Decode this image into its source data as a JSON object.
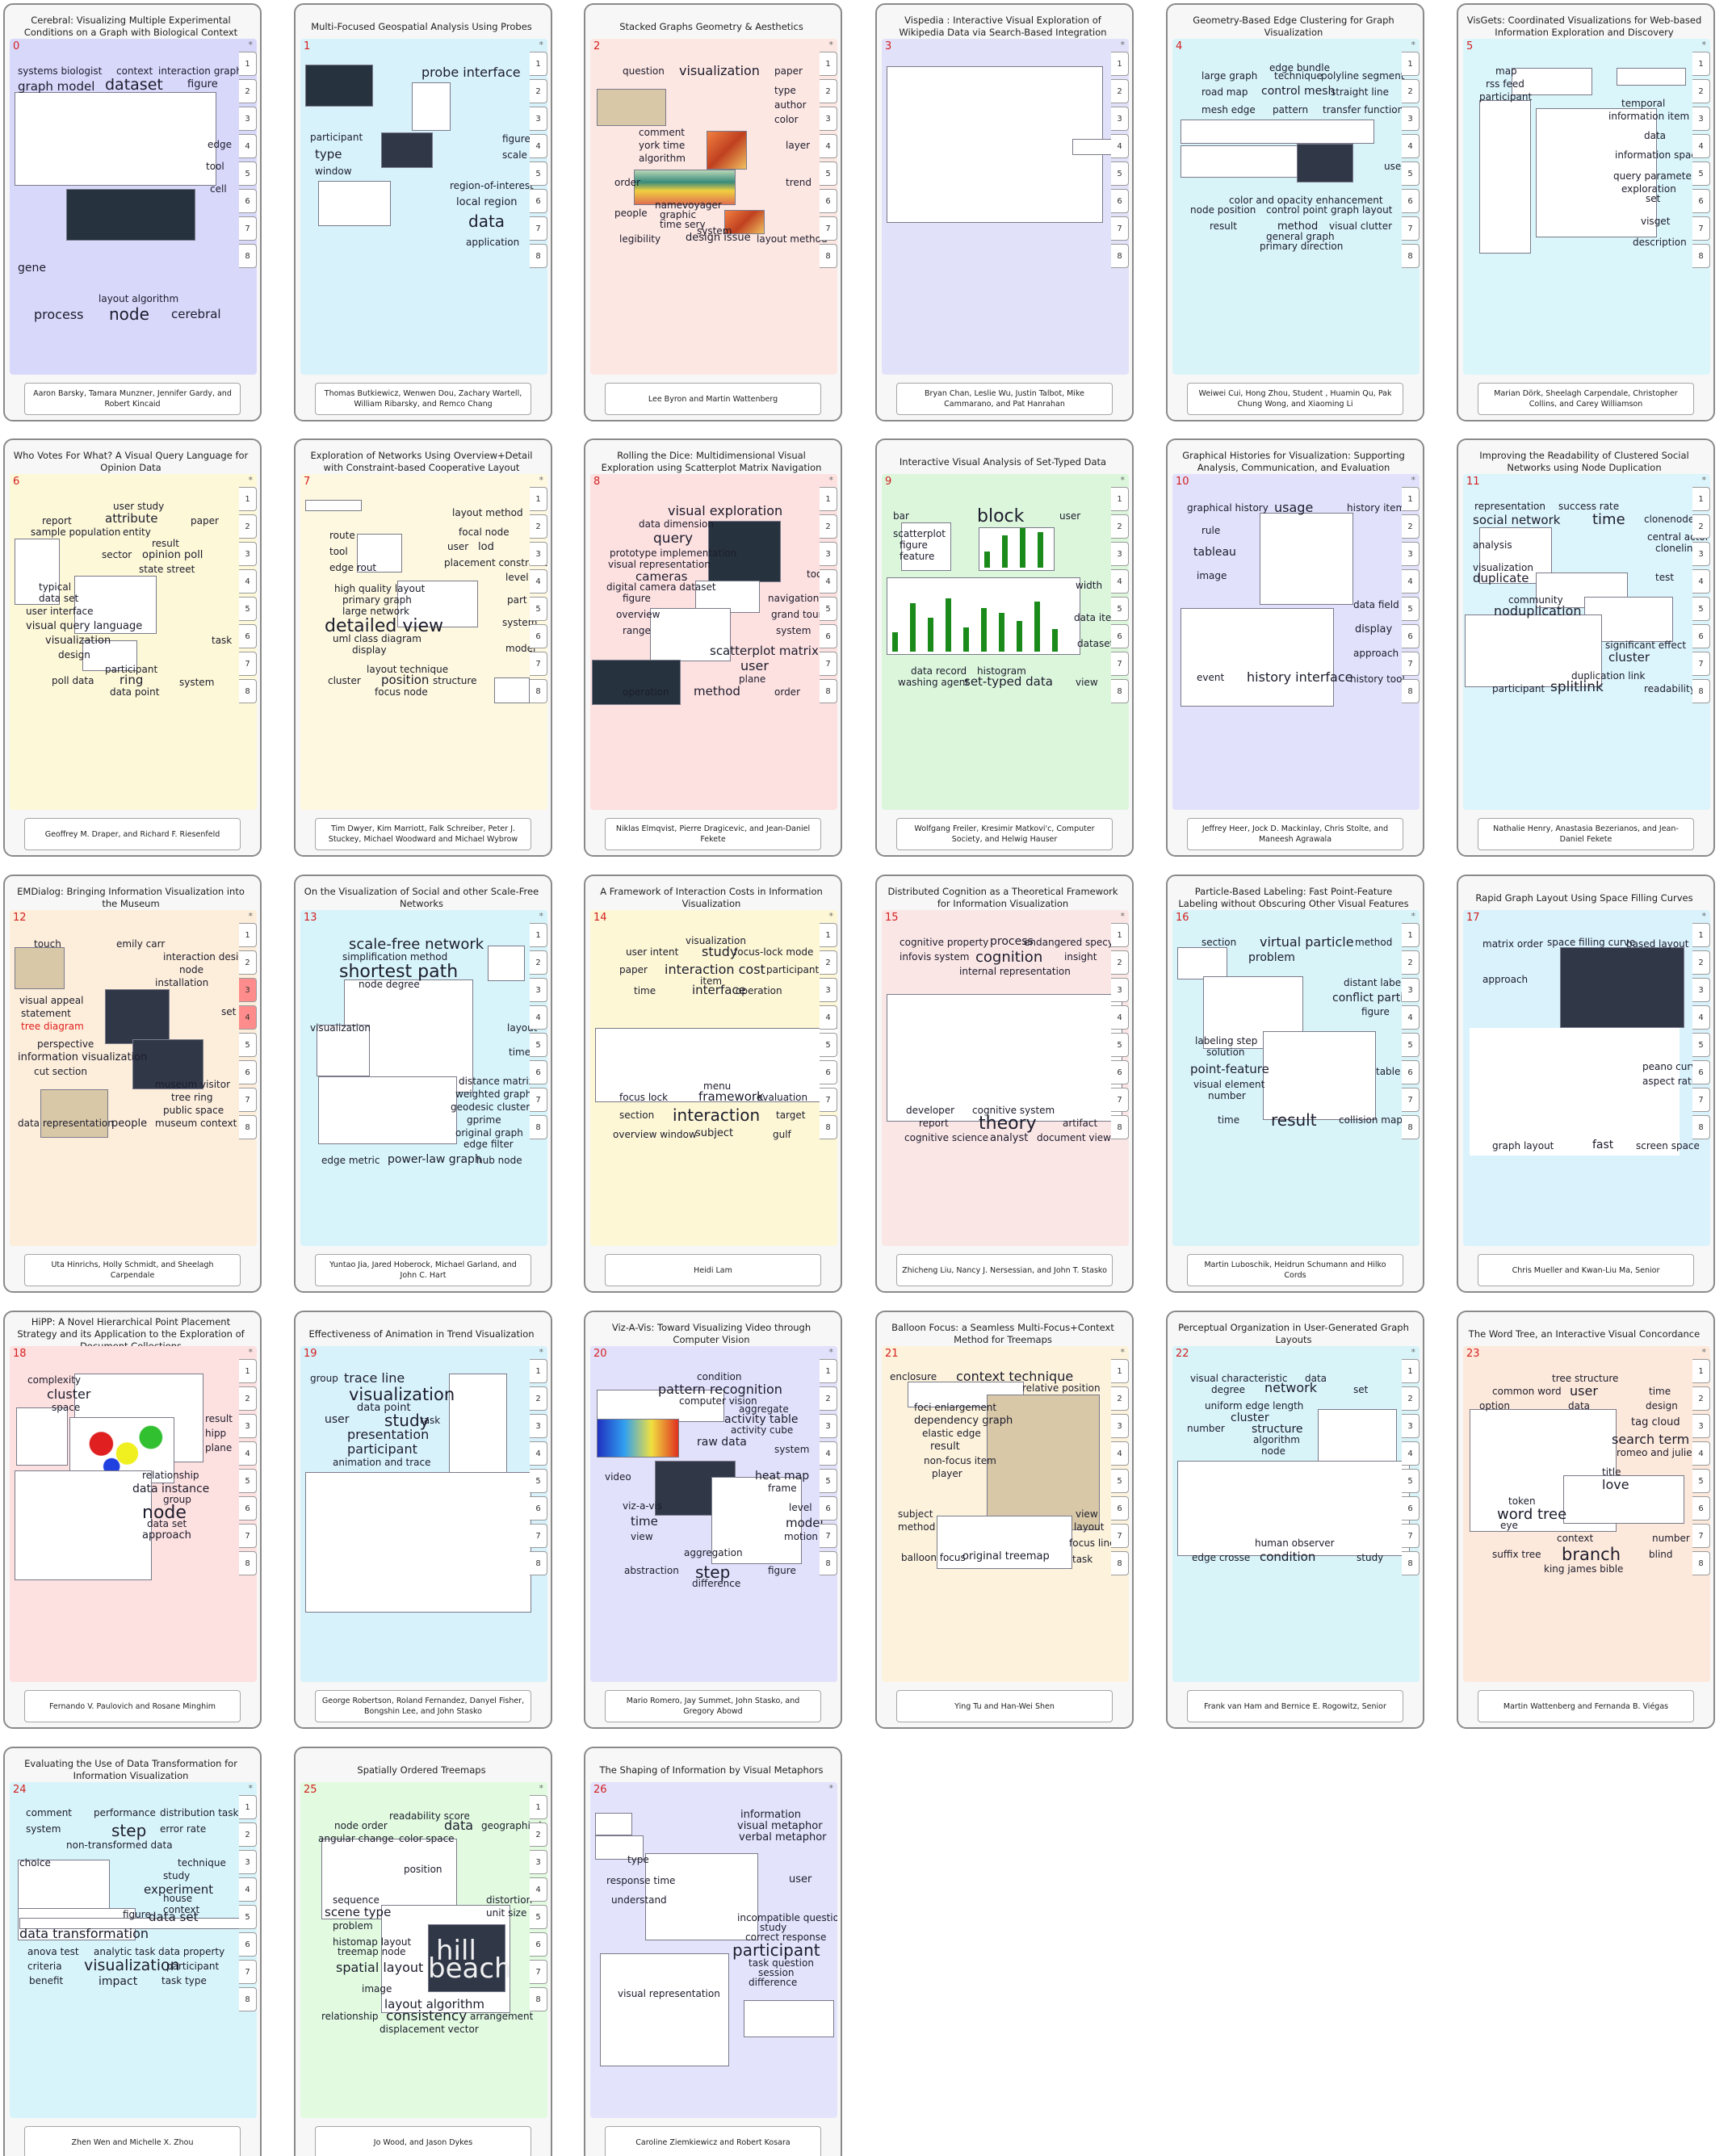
{
  "colors": {
    "0": "#d8d8fb",
    "1": "#d7f2fb",
    "2": "#fde7e3",
    "3": "#e1e1f9",
    "4": "#d9f4f9",
    "5": "#dbf6fb",
    "6": "#fdf8d8",
    "7": "#fdf8df",
    "8": "#fde1e1",
    "9": "#dcf6dc",
    "10": "#e1e1fb",
    "11": "#dcf4fb",
    "12": "#fdeedb",
    "13": "#d8f4fb",
    "14": "#fdf7d6",
    "15": "#fbe6e6",
    "16": "#d8f4f9",
    "17": "#d9f2fb",
    "18": "#fde0e0",
    "19": "#d8f2fb",
    "20": "#e2e1fb",
    "21": "#fdf3dc",
    "22": "#d8f4f9",
    "23": "#fde9db",
    "24": "#d8f4fb",
    "25": "#e2fbe0",
    "26": "#e3e3fb"
  },
  "papers": [
    {
      "id": "0",
      "title": "Cerebral: Visualizing Multiple Experimental Conditions on a Graph with Biological Context",
      "authors": "Aaron Barsky, Tamara Munzner, Jennifer Gardy, and Robert Kincaid",
      "words": [
        "systems biologist",
        "context",
        "interaction graph",
        "graph model",
        "dataset",
        "figure",
        "edge",
        "tool",
        "cell",
        "gene",
        "layout algorithm",
        "process",
        "node",
        "cerebral"
      ]
    },
    {
      "id": "1",
      "title": "Multi-Focused Geospatial Analysis Using Probes",
      "authors": "Thomas Butkiewicz, Wenwen Dou, Zachary Wartell, William Ribarsky, and Remco Chang",
      "words": [
        "probe interface",
        "participant",
        "figure",
        "type",
        "scale",
        "window",
        "region-of-interest",
        "local region",
        "data",
        "application"
      ]
    },
    {
      "id": "2",
      "title": "Stacked Graphs  Geometry & Aesthetics",
      "authors": "Lee Byron and Martin Wattenberg",
      "words": [
        "question",
        "visualization",
        "paper",
        "type",
        "author",
        "color",
        "comment",
        "york time",
        "layer",
        "algorithm",
        "order",
        "trend",
        "namevoyager",
        "people",
        "graphic",
        "time sery",
        "system",
        "legibility",
        "design issue",
        "layout method"
      ]
    },
    {
      "id": "3",
      "title": "Vispedia : Interactive Visual Exploration of Wikipedia Data via Search-Based Integration",
      "authors": "Bryan Chan, Leslie Wu, Justin Talbot, Mike Cammarano, and Pat Hanrahan",
      "words": []
    },
    {
      "id": "4",
      "title": "Geometry-Based Edge Clustering for Graph Visualization",
      "authors": "Weiwei Cui, Hong Zhou, Student , Huamin Qu, Pak Chung Wong, and Xiaoming Li",
      "words": [
        "edge bundle",
        "large graph",
        "technique",
        "polyline segment",
        "road map",
        "control mesh",
        "straight line",
        "mesh edge",
        "pattern",
        "transfer function",
        "user",
        "color and opacity enhancement",
        "node position",
        "control point",
        "graph layout",
        "result",
        "method",
        "visual clutter",
        "general graph",
        "primary direction"
      ]
    },
    {
      "id": "5",
      "title": "VisGets: Coordinated Visualizations for Web-based Information Exploration and Discovery",
      "authors": "Marian Dörk, Sheelagh Carpendale, Christopher Collins, and Carey Williamson",
      "words": [
        "map",
        "rss feed",
        "participant",
        "temporal",
        "information item",
        "data",
        "information space",
        "query parameter",
        "exploration",
        "set",
        "visget",
        "description"
      ]
    },
    {
      "id": "6",
      "title": "Who Votes For What? A Visual Query Language for Opinion Data",
      "authors": "Geoffrey M. Draper, and Richard F. Riesenfeld",
      "words": [
        "user study",
        "report",
        "attribute",
        "paper",
        "sample population",
        "entity",
        "result",
        "sector",
        "opinion poll",
        "state street",
        "typical",
        "data set",
        "user interface",
        "visual query language",
        "visualization",
        "task",
        "design",
        "participant",
        "poll data",
        "ring",
        "system",
        "data point"
      ]
    },
    {
      "id": "7",
      "title": "Exploration of Networks Using Overview+Detail with Constraint-based Cooperative Layout",
      "authors": "Tim Dwyer, Kim Marriott, Falk Schreiber, Peter J. Stuckey, Michael Woodward and Michael Wybrow",
      "words": [
        "layout method",
        "route",
        "focal node",
        "tool",
        "user",
        "lod",
        "placement constraint",
        "edge rout",
        "level",
        "high quality layout",
        "part",
        "primary graph",
        "large network",
        "system",
        "detailed view",
        "uml class diagram",
        "model",
        "display",
        "layout technique",
        "cluster",
        "position",
        "structure",
        "focus node"
      ]
    },
    {
      "id": "8",
      "title": "Rolling the Dice: Multidimensional Visual Exploration using Scatterplot Matrix Navigation",
      "authors": "Niklas Elmqvist, Pierre Dragicevic, and Jean-Daniel Fekete",
      "words": [
        "visual exploration",
        "data dimension",
        "query",
        "prototype implementation",
        "visual representation",
        "cameras",
        "tool",
        "digital camera dataset",
        "figure",
        "navigation",
        "overview",
        "grand tour",
        "range",
        "system",
        "scatterplot matrix",
        "user",
        "plane",
        "operation",
        "method",
        "order"
      ]
    },
    {
      "id": "9",
      "title": "Interactive Visual Analysis of Set-Typed Data",
      "authors": "Wolfgang Freiler, Kresimir Matkovi'c, Computer Society, and Helwig Hauser",
      "words": [
        "bar",
        "block",
        "user",
        "scatterplot",
        "figure",
        "feature",
        "width",
        "data item",
        "dataset",
        "data record",
        "histogram",
        "washing agent",
        "set-typed data",
        "view"
      ]
    },
    {
      "id": "10",
      "title": "Graphical Histories for Visualization: Supporting Analysis,  Communication, and Evaluation",
      "authors": "Jeffrey Heer, Jock D. Mackinlay, Chris Stolte, and Maneesh Agrawala",
      "words": [
        "graphical history",
        "usage",
        "history item",
        "rule",
        "tableau",
        "image",
        "data field",
        "display",
        "approach",
        "event",
        "history interface",
        "history tool"
      ]
    },
    {
      "id": "11",
      "title": "Improving the Readability of Clustered Social Networks using Node Duplication",
      "authors": "Nathalie Henry, Anastasia Bezerianos, and Jean-Daniel Fekete",
      "words": [
        "representation",
        "success rate",
        "social network",
        "time",
        "clonenode",
        "analysis",
        "central actor",
        "clonelink",
        "visualization",
        "duplicate",
        "test",
        "community",
        "noduplication",
        "significant effect",
        "cluster",
        "duplication link",
        "participant",
        "splitlink",
        "readability"
      ]
    },
    {
      "id": "12",
      "title": "EMDialog: Bringing Information Visualization into the Museum",
      "authors": "Uta Hinrichs, Holly Schmidt, and Sheelagh Carpendale",
      "words": [
        "touch",
        "emily carr",
        "interaction design",
        "node",
        "installation",
        "visual appeal",
        "set",
        "statement",
        "tree diagram",
        "perspective",
        "information visualization",
        "cut section",
        "museum visitor",
        "tree ring",
        "public space",
        "data representation",
        "people",
        "museum context"
      ]
    },
    {
      "id": "13",
      "title": "On the Visualization of Social and other Scale-Free Networks",
      "authors": "Yuntao Jia, Jared Hoberock, Michael Garland, and John C. Hart",
      "words": [
        "scale-free network",
        "simplification method",
        "shortest path",
        "node degree",
        "visualization",
        "layout",
        "time",
        "distance matrix",
        "weighted graph",
        "geodesic cluster",
        "gprime",
        "original graph",
        "edge filter",
        "edge metric",
        "power-law graph",
        "hub node"
      ]
    },
    {
      "id": "14",
      "title": "A Framework of Interaction Costs in Information Visualization",
      "authors": "Heidi Lam",
      "words": [
        "visualization",
        "user intent",
        "study",
        "focus-lock mode",
        "paper",
        "interaction cost",
        "participant",
        "item",
        "time",
        "interface",
        "operation",
        "menu",
        "focus lock",
        "framework",
        "evaluation",
        "section",
        "interaction",
        "target",
        "overview window",
        "subject",
        "gulf"
      ]
    },
    {
      "id": "15",
      "title": "Distributed Cognition as a Theoretical Framework for Information Visualization",
      "authors": "Zhicheng Liu, Nancy J. Nersessian, and John T. Stasko",
      "words": [
        "cognitive property",
        "process",
        "endangered specy",
        "infovis system",
        "cognition",
        "insight",
        "internal representation",
        "developer",
        "cognitive system",
        "report",
        "theory",
        "artifact",
        "cognitive science",
        "analyst",
        "document view"
      ]
    },
    {
      "id": "16",
      "title": "Particle-Based Labeling: Fast Point-Feature Labeling without Obscuring Other Visual Features",
      "authors": "Martin Luboschik, Heidrun Schumann and Hilko Cords",
      "words": [
        "section",
        "virtual particle",
        "method",
        "problem",
        "distant label",
        "conflict particle",
        "figure",
        "labeling step",
        "solution",
        "point-feature",
        "table",
        "visual element",
        "number",
        "time",
        "result",
        "collision map"
      ]
    },
    {
      "id": "17",
      "title": "Rapid Graph Layout Using Space Filling Curves",
      "authors": "Chris Mueller and Kwan-Liu Ma, Senior",
      "words": [
        "matrix order",
        "space filling curve",
        "based layout",
        "approach",
        "peano curve",
        "aspect ratio",
        "graph layout",
        "fast",
        "screen space"
      ]
    },
    {
      "id": "18",
      "title": "HiPP: A Novel Hierarchical Point Placement Strategy and its Application to the Exploration of Document Collections",
      "authors": "Fernando V. Paulovich and Rosane Minghim",
      "words": [
        "complexity",
        "cluster",
        "space",
        "result",
        "hipp",
        "plane",
        "relationship",
        "data instance",
        "group",
        "node",
        "data set",
        "approach"
      ]
    },
    {
      "id": "19",
      "title": "Effectiveness of Animation in Trend Visualization",
      "authors": "George Robertson, Roland Fernandez, Danyel Fisher, Bongshin Lee, and John Stasko",
      "words": [
        "group",
        "trace line",
        "visualization",
        "data point",
        "user",
        "study",
        "task",
        "presentation",
        "participant",
        "animation and trace"
      ]
    },
    {
      "id": "20",
      "title": "Viz-A-Vis: Toward Visualizing Video through Computer Vision",
      "authors": "Mario Romero, Jay Summet, John Stasko, and Gregory Abowd",
      "words": [
        "condition",
        "pattern recognition",
        "computer vision",
        "aggregate",
        "activity table",
        "activity cube",
        "raw data",
        "system",
        "video",
        "heat map",
        "frame",
        "viz-a-vis",
        "level",
        "time",
        "model",
        "view",
        "motion",
        "aggregation",
        "step",
        "figure",
        "abstraction",
        "difference"
      ]
    },
    {
      "id": "21",
      "title": "Balloon Focus: a Seamless Multi-Focus+Context Method for Treemaps",
      "authors": "Ying Tu and Han-Wei Shen",
      "words": [
        "enclosure",
        "context technique",
        "relative position",
        "foci enlargement",
        "dependency graph",
        "elastic edge",
        "result",
        "non-focus item",
        "player",
        "subject",
        "view",
        "method",
        "layout",
        "focus line",
        "balloon focus",
        "original treemap",
        "task"
      ]
    },
    {
      "id": "22",
      "title": "Perceptual Organization in User-Generated Graph Layouts",
      "authors": "Frank van Ham and Bernice E. Rogowitz, Senior",
      "words": [
        "visual characteristic",
        "data",
        "degree",
        "network",
        "set",
        "uniform edge length",
        "cluster",
        "number",
        "structure",
        "algorithm",
        "node",
        "human observer",
        "edge crosse",
        "condition",
        "study"
      ]
    },
    {
      "id": "23",
      "title": "The Word Tree, an Interactive Visual Concordance",
      "authors": "Martin Wattenberg and Fernanda B. Viégas",
      "words": [
        "tree structure",
        "common word",
        "user",
        "time",
        "option",
        "data",
        "design",
        "tag cloud",
        "search term",
        "romeo and juliet",
        "title",
        "love",
        "token",
        "word tree",
        "eye",
        "context",
        "number",
        "suffix tree",
        "branch",
        "blind",
        "king james bible"
      ]
    },
    {
      "id": "24",
      "title": "Evaluating the Use of Data Transformation for Information Visualization",
      "authors": "Zhen Wen and Michelle X. Zhou",
      "words": [
        "comment",
        "performance",
        "distribution task",
        "system",
        "step",
        "error rate",
        "non-transformed data",
        "choice",
        "technique",
        "study",
        "experiment",
        "house",
        "context",
        "figure",
        "data set",
        "data transformation",
        "anova test",
        "analytic task",
        "data property",
        "criteria",
        "visualization",
        "participant",
        "benefit",
        "impact",
        "task type"
      ]
    },
    {
      "id": "25",
      "title": "Spatially Ordered Treemaps",
      "authors": "Jo Wood, and Jason Dykes",
      "words": [
        "readability score",
        "node order",
        "data",
        "geographic location",
        "angular change",
        "color space",
        "position",
        "sequence",
        "distortion",
        "scene type",
        "unit size",
        "problem",
        "histomap layout",
        "treemap node",
        "spatial layout",
        "image",
        "layout algorithm",
        "relationship",
        "consistency",
        "arrangement",
        "displacement vector",
        "hill",
        "beach"
      ]
    },
    {
      "id": "26",
      "title": "The Shaping of Information by Visual Metaphors",
      "authors": "Caroline Ziemkiewicz and Robert Kosara",
      "words": [
        "information",
        "visual metaphor",
        "verbal metaphor",
        "type",
        "response time",
        "user",
        "understand",
        "incompatible question",
        "study",
        "correct response",
        "participant",
        "task question",
        "session",
        "difference",
        "visual representation"
      ]
    }
  ],
  "tab_labels": [
    "1",
    "2",
    "3",
    "4",
    "5",
    "6",
    "7",
    "8"
  ],
  "star": "*"
}
